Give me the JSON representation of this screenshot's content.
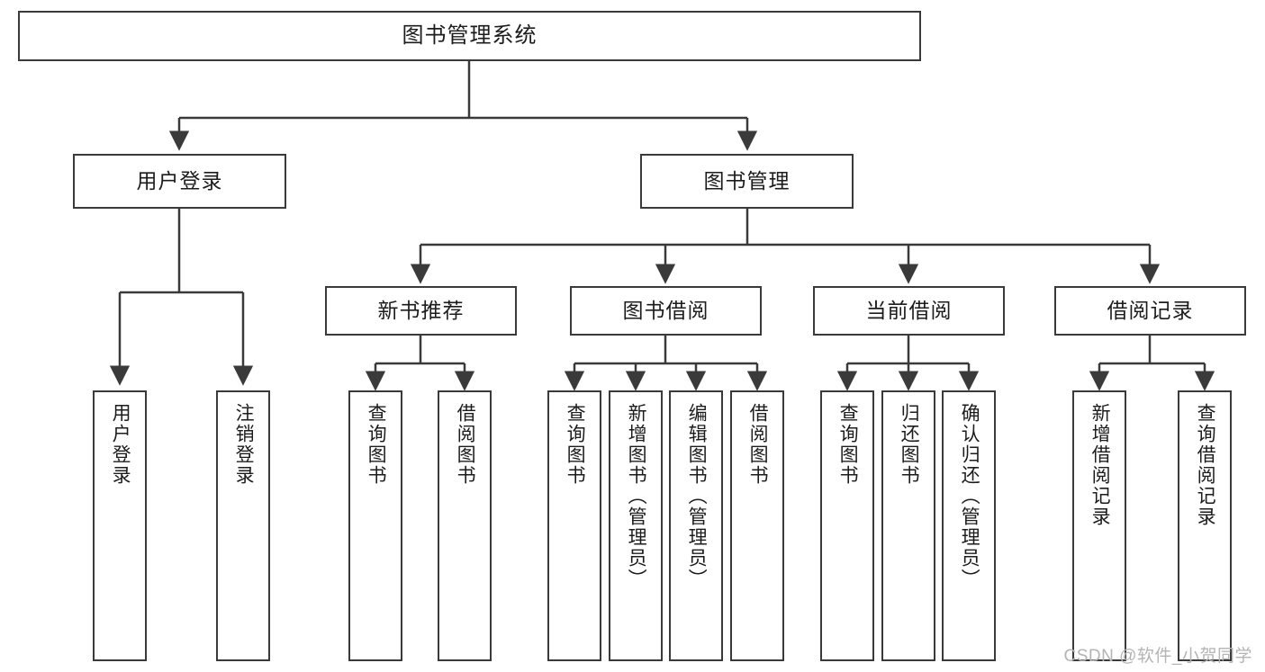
{
  "diagram": {
    "type": "tree",
    "title": "图书管理系统",
    "colors": {
      "box_border": "#3a3a3a",
      "box_fill": "#ffffff",
      "edge": "#3a3a3a",
      "text": "#1c1c1c",
      "watermark": "#b4b4b4",
      "background": "#ffffff"
    },
    "root": {
      "label": "图书管理系统"
    },
    "level1": [
      {
        "label": "用户登录"
      },
      {
        "label": "图书管理"
      }
    ],
    "level2": [
      {
        "label": "新书推荐"
      },
      {
        "label": "图书借阅"
      },
      {
        "label": "当前借阅"
      },
      {
        "label": "借阅记录"
      }
    ],
    "leaves": {
      "user_login": [
        {
          "label": "用户登录"
        },
        {
          "label": "注销登录"
        }
      ],
      "new_book_recommend": [
        {
          "label": "查询图书"
        },
        {
          "label": "借阅图书"
        }
      ],
      "book_borrow": [
        {
          "label": "查询图书"
        },
        {
          "label": "新增图书（管理员）"
        },
        {
          "label": "编辑图书（管理员）"
        },
        {
          "label": "借阅图书"
        }
      ],
      "current_borrow": [
        {
          "label": "查询图书"
        },
        {
          "label": "归还图书"
        },
        {
          "label": "确认归还（管理员）"
        }
      ],
      "borrow_record": [
        {
          "label": "新增借阅记录"
        },
        {
          "label": "查询借阅记录"
        }
      ]
    },
    "watermark": "CSDN @软件_小贺同学"
  }
}
